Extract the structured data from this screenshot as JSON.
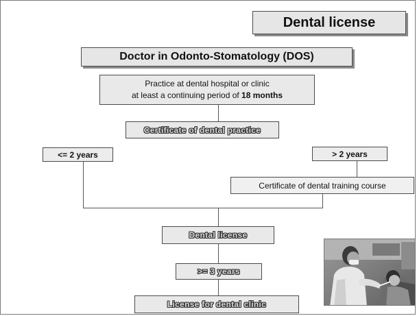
{
  "slide": {
    "title": "Dental license",
    "subtitle": "Doctor in Odonto-Stomatology (DOS)"
  },
  "flow": {
    "practice_line1": "Practice at dental hospital or clinic",
    "practice_line2_prefix": "at least  a continuing period of ",
    "practice_line2_bold": "18 months",
    "certificate_practice": "Certificate of dental practice",
    "branch_left": "<= 2 years",
    "branch_right": "> 2 years",
    "certificate_training": "Certificate of dental training course",
    "dental_license": "Dental license",
    "min_years": ">= 3 years",
    "license_clinic": "License for dental clinic"
  }
}
